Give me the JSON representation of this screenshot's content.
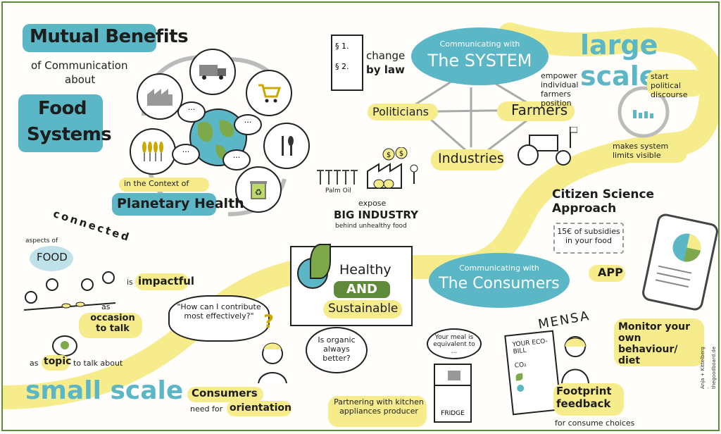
{
  "title": {
    "line1": "Mutual Benefits",
    "line2": "of Communication",
    "line3": "about",
    "line4": "Food",
    "line5": "Systems"
  },
  "planetary": {
    "line1": "in the Context of",
    "line2": "Planetary Health"
  },
  "system": {
    "label_small": "Communicating with",
    "label_big": "The SYSTEM",
    "change_law": "change",
    "by_law": "by law",
    "politicians": "Politicians",
    "farmers": "Farmers",
    "industries": "Industries",
    "empower": "empower individual farmers position",
    "palm_oil": "Palm Oil",
    "expose": "expose",
    "big_industry": "BIG INDUSTRY",
    "behind": "behind unhealthy food"
  },
  "large_scale": {
    "title": "large scale",
    "start_political": "start political discourse",
    "makes_limits": "makes system limits visible",
    "citizen": "Citizen Science Approach",
    "subsidies": "15€ of subsidies in your food",
    "app": "APP",
    "monitor": "Monitor your own behaviour/ diet"
  },
  "center": {
    "healthy": "Healthy",
    "and": "AND",
    "sustainable": "Sustainable"
  },
  "consumers_comm": {
    "label_small": "Communicating with",
    "label_big": "The Consumers"
  },
  "small_scale": {
    "title": "small scale",
    "connected": "connected",
    "aspects_of": "aspects of",
    "food": "FOOD",
    "impactful_pre": "is",
    "impactful": "impactful",
    "as": "as",
    "occasion": "occasion to talk",
    "as_topic_pre": "as",
    "topic": "topic",
    "topic_post": "to talk about",
    "quote": "\"How can I contribute most effectively?\"",
    "organic": "Is organic always better?",
    "consumers": "Consumers",
    "need_for": "need for",
    "orientation": "orientation"
  },
  "fridge": {
    "meal": "Your meal is equivalent to ...",
    "label": "FRIDGE",
    "partnering": "Partnering with kitchen appliances producer"
  },
  "mensa": {
    "label": "MENSA",
    "bill": "YOUR ECO-BILL",
    "co2": "CO₂",
    "footprint": "Footprint feedback",
    "consume": "for consume choices"
  },
  "credit": "Anja + Kittelberg · thegoodboard.de",
  "colors": {
    "teal": "#5bb6c5",
    "yellow": "#f6ec8c",
    "border": "#5f8a3a"
  }
}
